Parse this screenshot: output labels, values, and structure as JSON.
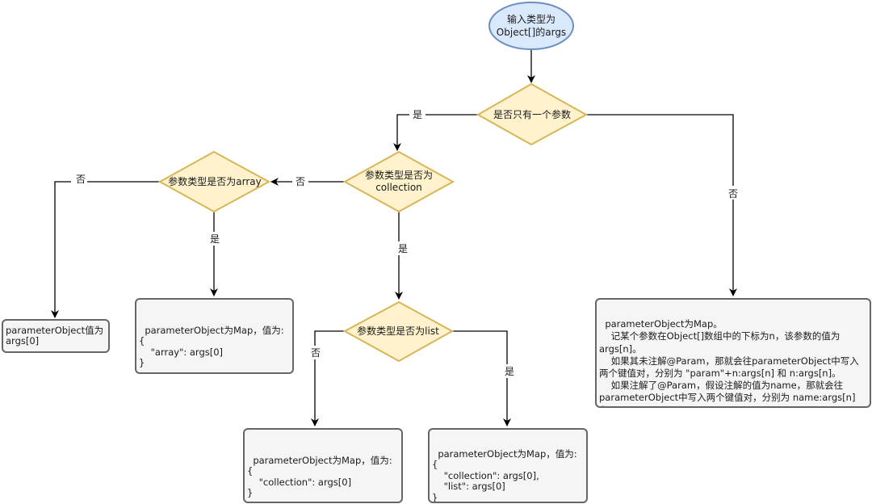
{
  "nodes": {
    "start": {
      "lines": [
        "输入类型为",
        "Object[]的args"
      ]
    },
    "q_single": {
      "text": "是否只有一个参数"
    },
    "q_collection": {
      "lines": [
        "参数类型是否为",
        "collection"
      ]
    },
    "q_array": {
      "text": "参数类型是否为array"
    },
    "q_list": {
      "text": "参数类型是否为list"
    }
  },
  "edges": {
    "single_yes": "是",
    "single_no": "否",
    "collection_no": "否",
    "collection_yes": "是",
    "array_no": "否",
    "array_yes": "是",
    "list_no": "否",
    "list_yes": "是"
  },
  "results": {
    "args0": "parameterObject值为\nargs[0]",
    "array_map": "parameterObject为Map，值为:\n{\n    \"array\": args[0]\n}",
    "collection_map": "parameterObject为Map，值为:\n{\n    \"collection\": args[0]\n}",
    "list_map": "parameterObject为Map，值为:\n{\n    \"collection\": args[0],\n    \"list\": args[0]\n}",
    "multi_map": "parameterObject为Map。\n    记某个参数在Object[]数组中的下标为n，该参数的值为args[n]。\n    如果其未注解@Param，那就会往parameterObject中写入两个键值对，分别为 \"param\"+n:args[n] 和 n:args[n]。\n    如果注解了@Param，假设注解的值为name，那就会往parameterObject中写入两个键值对，分别为 name:args[n] 和 n:args[n]"
  },
  "colors": {
    "ellipse_fill": "#dae8fc",
    "ellipse_stroke": "#6c8ebf",
    "diamond_fill": "#fff2cc",
    "diamond_stroke": "#d6b656",
    "box_fill": "#f5f5f5",
    "box_stroke": "#666666"
  }
}
